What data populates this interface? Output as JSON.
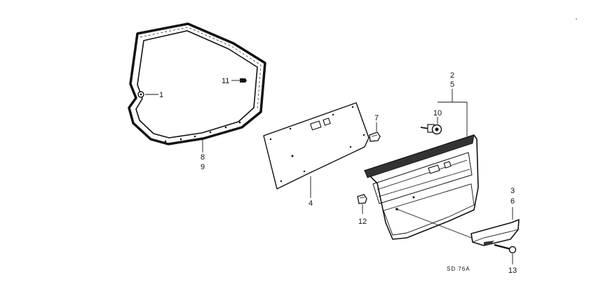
{
  "diagram": {
    "code": "SD 76A",
    "callouts": {
      "c1": "1",
      "c2": "2",
      "c3": "3",
      "c4": "4",
      "c5": "5",
      "c6": "6",
      "c7": "7",
      "c8": "8",
      "c9": "9",
      "c10": "10",
      "c11": "11",
      "c12": "12",
      "c13": "13"
    }
  }
}
